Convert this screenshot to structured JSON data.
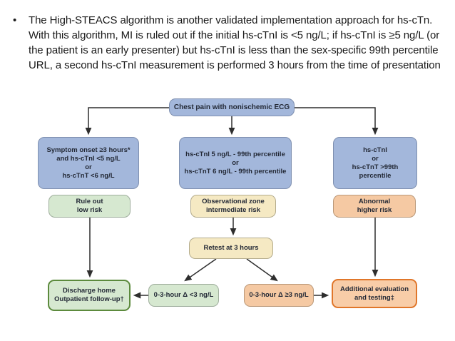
{
  "slide": {
    "bullet": "•",
    "paragraph": "The High-STEACS algorithm is another validated implementation approach for hs-cTn. With this algorithm, MI is ruled out if the initial hs-cTnI is <5 ng/L; if hs-cTnI is ≥5 ng/L (or the patient is an early presenter) but hs-cTnI is less than the sex-specific 99th percentile URL, a second hs-cTnI measurement is performed 3 hours from the time of presentation"
  },
  "flowchart": {
    "boxes": {
      "root": {
        "lines": [
          "Chest pain with nonischemic ECG"
        ]
      },
      "criteria_left": {
        "lines": [
          "Symptom onset ≥3 hours*",
          "and hs-cTnI <5 ng/L",
          "or",
          "hs-cTnT <6 ng/L"
        ]
      },
      "criteria_mid": {
        "lines": [
          "hs-cTnI 5 ng/L - 99th percentile",
          "or",
          "hs-cTnT 6 ng/L - 99th percentile"
        ]
      },
      "criteria_right": {
        "lines": [
          "hs-cTnI",
          "or",
          "hs-cTnT >99th percentile"
        ]
      },
      "rule_out": {
        "lines": [
          "Rule out",
          "low risk"
        ]
      },
      "observational": {
        "lines": [
          "Observational zone",
          "intermediate risk"
        ]
      },
      "abnormal": {
        "lines": [
          "Abnormal",
          "higher risk"
        ]
      },
      "retest": {
        "lines": [
          "Retest at 3 hours"
        ]
      },
      "discharge": {
        "lines": [
          "Discharge home",
          "Outpatient follow-up†"
        ]
      },
      "delta_low": {
        "lines": [
          "0-3-hour Δ <3 ng/L"
        ]
      },
      "delta_high": {
        "lines": [
          "0-3-hour Δ ≥3 ng/L"
        ]
      },
      "additional": {
        "lines": [
          "Additional evaluation",
          "and testing‡"
        ]
      }
    },
    "colors": {
      "blue_fill": "#a3b7db",
      "green_fill": "#d6e8d0",
      "yellow_fill": "#f5e9c3",
      "orange_fill": "#f5c9a3",
      "discharge_border": "#5c8a3d",
      "additional_border": "#e0762a",
      "line": "#2e2e2e"
    }
  }
}
